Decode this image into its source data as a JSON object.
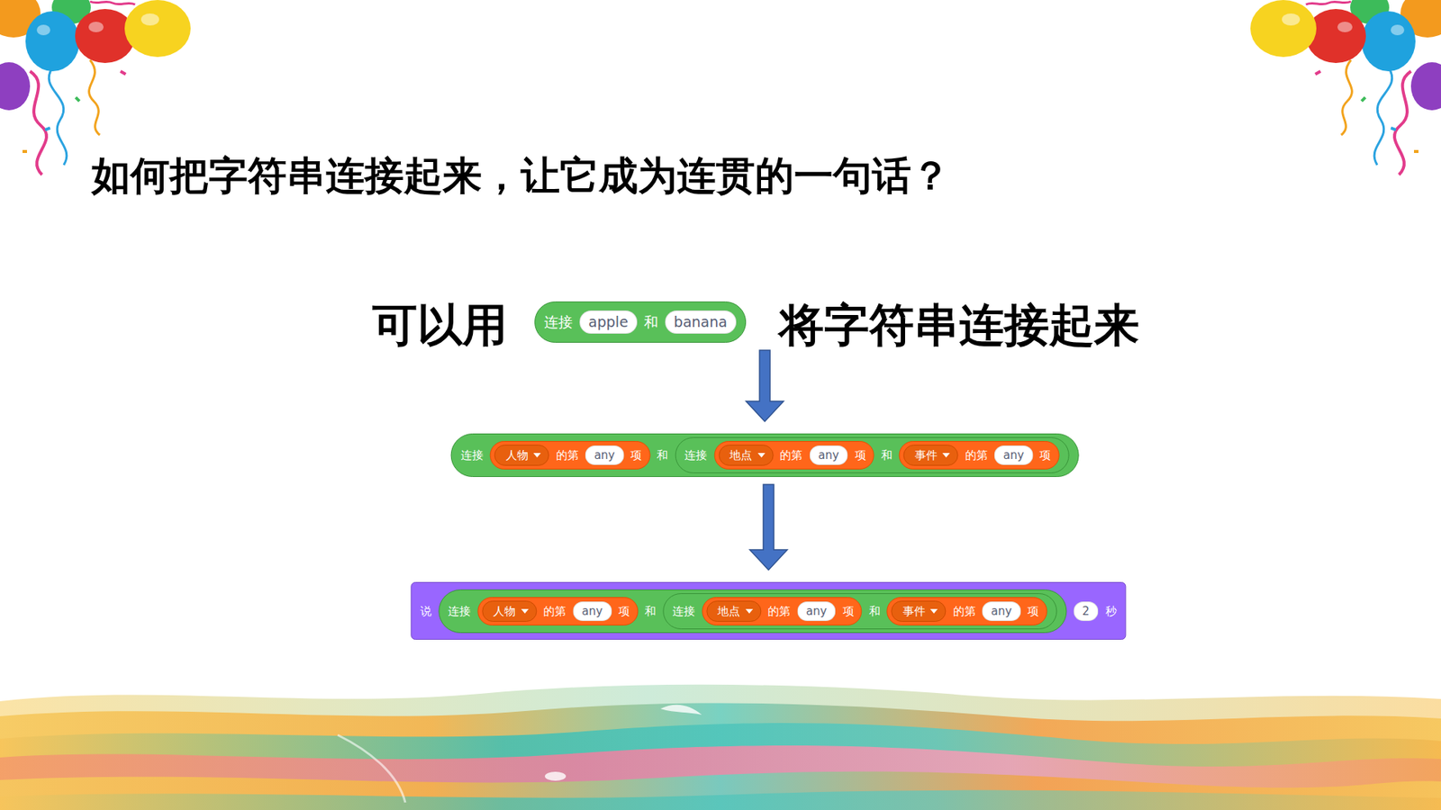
{
  "diagram": {
    "title": "如何把字符串连接起来，让它成为连贯的一句话？",
    "nodes": [
      {
        "text": [
          "连接",
          "apple",
          "和",
          "banana"
        ]
      },
      {
        "text": [
          "连接",
          "和"
        ]
      },
      {
        "text": [
          "人物",
          "的第",
          "any",
          "项"
        ],
        "in": 1
      },
      {
        "text": [
          "连接",
          "和"
        ],
        "in": 1
      },
      {
        "text": [
          "地点",
          "的第",
          "any",
          "项"
        ],
        "in": 3
      },
      {
        "text": [
          "事件",
          "的第",
          "any",
          "项"
        ],
        "in": 3
      },
      {
        "text": [
          "说",
          "2",
          "秒"
        ]
      },
      {
        "text": [
          "连接",
          "和"
        ],
        "in": 6
      },
      {
        "text": [
          "人物",
          "的第",
          "any",
          "项"
        ],
        "in": 7
      },
      {
        "text": [
          "连接",
          "和"
        ],
        "in": 7
      },
      {
        "text": [
          "地点",
          "的第",
          "any",
          "项"
        ],
        "in": 9
      },
      {
        "text": [
          "事件",
          "的第",
          "any",
          "项"
        ],
        "in": 9
      }
    ],
    "edges": [
      {
        "from": 0,
        "to": 1,
        "arrow": "to"
      },
      {
        "from": 1,
        "to": 6,
        "arrow": "to"
      }
    ],
    "labels": [
      "可以用",
      "将字符串连接起来"
    ]
  }
}
